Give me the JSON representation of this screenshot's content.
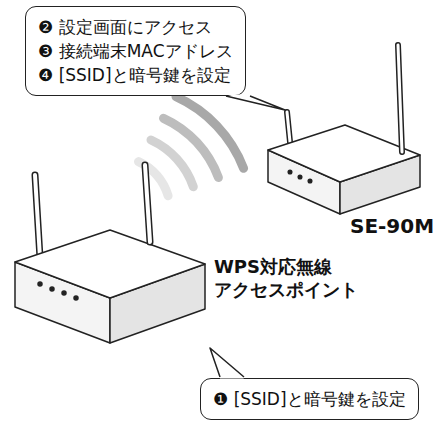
{
  "diagram": {
    "nodes": [
      {
        "text": [
          "❷ 設定画面にアクセス",
          "❸ 接続端末MACアドレス",
          "❹ [SSID]と暗号鍵を設定"
        ]
      },
      {
        "text": [
          "❶ [SSID]と暗号鍵を設定"
        ]
      }
    ],
    "labels": [
      "SE-90M",
      "WPS対応無線 アクセスポイント"
    ]
  }
}
